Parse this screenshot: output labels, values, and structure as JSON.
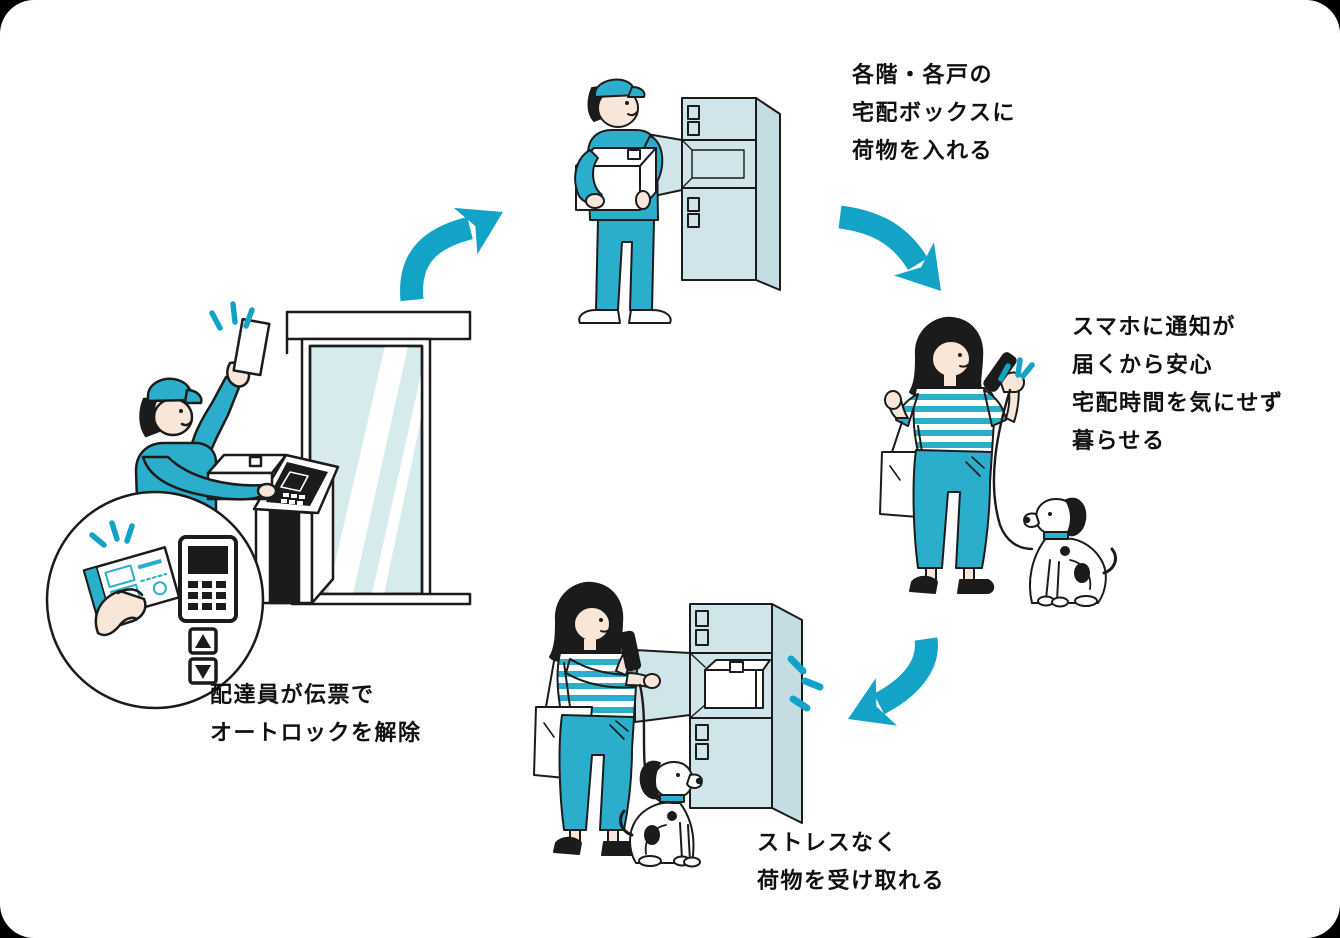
{
  "diagram": {
    "type": "cycle-flow-illustration",
    "topic": "apartment delivery-box service flow",
    "colors": {
      "background": "#FFFFFF",
      "outer_background": "#000000",
      "teal_clothing": "#2BAECB",
      "accent_arrow": "#12A3C6",
      "cabinet_front": "#CFE5E9",
      "cabinet_side": "#C3DDE2",
      "glass": "#D7EBED",
      "skin": "#F8E6D8",
      "outline": "#1B1B1B"
    },
    "steps": [
      {
        "name": "unlock-entrance",
        "caption": "配達員が伝票で\nオートロックを解除",
        "illustration": "courier-unlocking-autolock-with-delivery-slip",
        "inset": "hand-holding-slip-at-keypad-with-up-down-buttons"
      },
      {
        "name": "load-delivery-box",
        "caption": "各階・各戸の\n宅配ボックスに\n荷物を入れる",
        "illustration": "courier-putting-package-into-delivery-box"
      },
      {
        "name": "smartphone-notification",
        "caption": "スマホに通知が\n届くから安心\n宅配時間を気にせず\n暮らせる",
        "illustration": "woman-with-dog-getting-phone-notification"
      },
      {
        "name": "receive-package",
        "caption": "ストレスなく\n荷物を受け取れる",
        "illustration": "woman-with-dog-taking-package-from-delivery-box"
      }
    ],
    "arrows": [
      {
        "name": "arrow-step1-to-step2",
        "direction": "up-right"
      },
      {
        "name": "arrow-step2-to-step3",
        "direction": "down-right"
      },
      {
        "name": "arrow-step3-to-step4",
        "direction": "down-left"
      }
    ]
  }
}
